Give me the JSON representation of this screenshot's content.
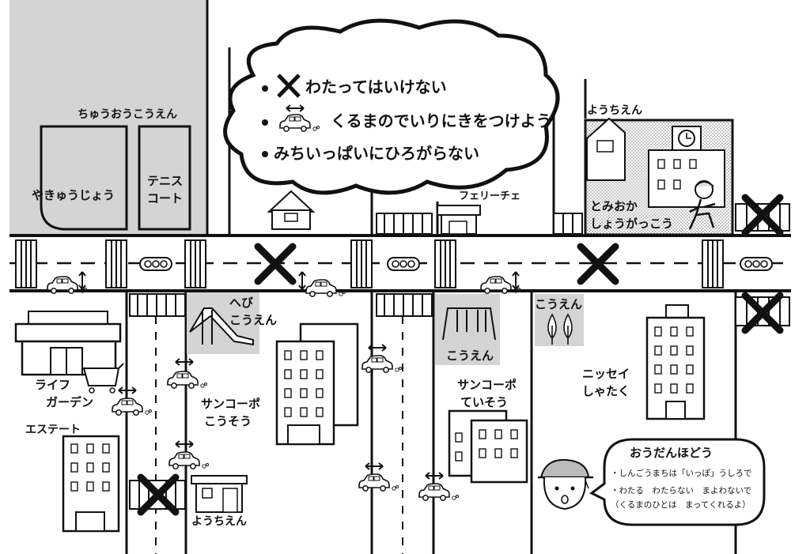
{
  "colors": {
    "block_gray": "#d4d4d4",
    "ink": "#111111",
    "paper": "#ffffff",
    "school_dots": "#c8c8c8"
  },
  "cloud": {
    "rules": [
      {
        "icon": "x-mark-icon",
        "text": "わたってはいけない"
      },
      {
        "icon": "car-icon",
        "text": "くるまのでいりにきをつけよう"
      },
      {
        "icon": "bullet-icon",
        "text": "みちいっぱいにひろがらない"
      }
    ]
  },
  "places": {
    "park_central": "ちゅうおうこうえん",
    "baseball": [
      "やきゅうじょう"
    ],
    "tennis": [
      "テニス",
      "コート"
    ],
    "kindergarten_top": "ようちえん",
    "ferry_che": "フェリーチェ",
    "school": [
      "とみおか",
      "しょうがっこう"
    ],
    "hebi_park": [
      "へび",
      "こうえん"
    ],
    "park_mid": "こうえん",
    "park_right": "こうえん",
    "life_garden": [
      "ライフ",
      "ガーデン"
    ],
    "sancorpo_kousou": [
      "サンコーポ",
      "こうそう"
    ],
    "sancorpo_teisou": [
      "サンコーポ",
      "ていそう"
    ],
    "nissei": [
      "ニッセイ",
      "しゃたく"
    ],
    "estate": "エステート",
    "kindergarten_bottom": "ようちえん"
  },
  "crosswalk_tip": {
    "title": "おうだんほどう",
    "lines": [
      "・しんごうまちは「いっぽ」うしろで",
      "・わたる　わたらない　まよわないで",
      "（くるまのひとは　まってくれるよ）"
    ]
  }
}
